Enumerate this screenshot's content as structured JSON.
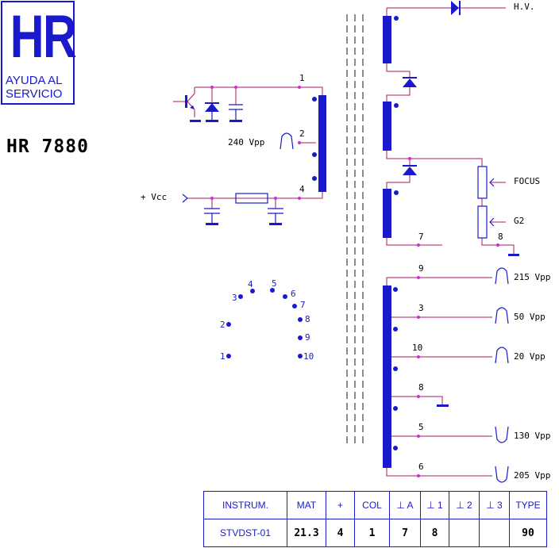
{
  "logo": {
    "mark": "HR",
    "line1": "AYUDA AL",
    "line2": "SERVICIO"
  },
  "model": "HR 7880",
  "primary": {
    "pin1": "1",
    "pin2": "2",
    "pin4": "4",
    "pulse_label": "240 Vpp",
    "supply_label": "+ Vcc"
  },
  "hv_section": {
    "hv_label": "H.V.",
    "focus_label": "FOCUS",
    "g2_label": "G2",
    "pin7": "7",
    "pin8": "8"
  },
  "secondary": [
    {
      "pin": "9",
      "label": "215 Vpp",
      "pulse": "positive"
    },
    {
      "pin": "3",
      "label": "50 Vpp",
      "pulse": "positive"
    },
    {
      "pin": "10",
      "label": "20 Vpp",
      "pulse": "positive"
    },
    {
      "pin": "8",
      "label": "",
      "pulse": "ground"
    },
    {
      "pin": "5",
      "label": "130 Vpp",
      "pulse": "negative"
    },
    {
      "pin": "6",
      "label": "205 Vpp",
      "pulse": "negative"
    }
  ],
  "pinout": [
    "1",
    "2",
    "3",
    "4",
    "5",
    "6",
    "7",
    "8",
    "9",
    "10"
  ],
  "table": {
    "headers": [
      "INSTRUM.",
      "MAT",
      "+",
      "COL",
      "⊥ A",
      "⊥ 1",
      "⊥ 2",
      "⊥ 3",
      "TYPE"
    ],
    "values": [
      "STVDST-01",
      "21.3",
      "4",
      "1",
      "7",
      "8",
      "",
      "",
      "90"
    ]
  },
  "colors": {
    "wire": "#aa1a66",
    "component": "#1a1acc",
    "node": "#dd22dd",
    "text": "#000000"
  }
}
